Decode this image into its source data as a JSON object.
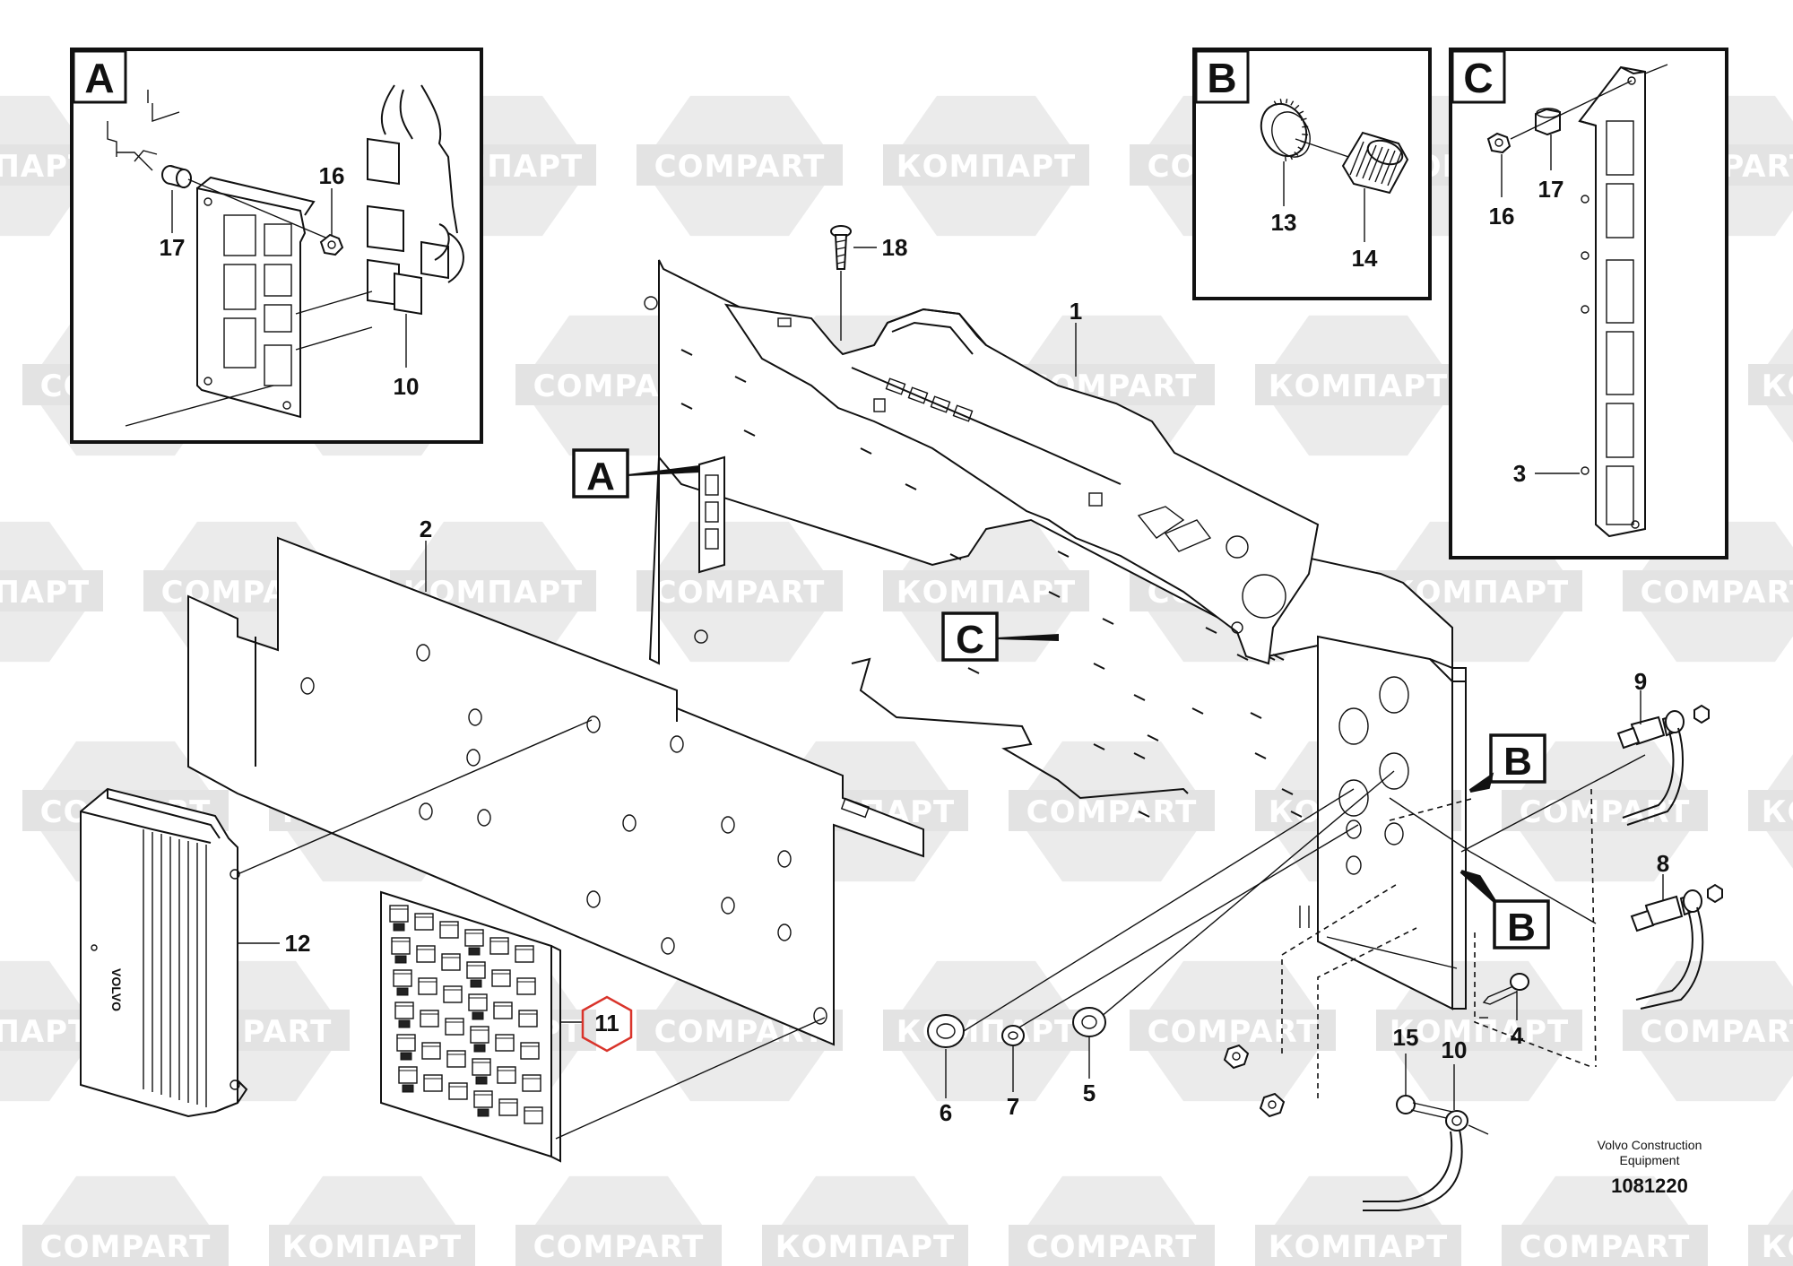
{
  "watermark": {
    "texts": [
      "КОМПАРТ",
      "COMPART"
    ],
    "color": "#e3e3e3"
  },
  "insets": {
    "A": {
      "letter": "A",
      "parts": [
        "16",
        "17",
        "10"
      ]
    },
    "B": {
      "letter": "B",
      "parts": [
        "13",
        "14"
      ]
    },
    "C": {
      "letter": "C",
      "parts": [
        "16",
        "17",
        "3"
      ]
    }
  },
  "view_markers": [
    "A",
    "C",
    "B",
    "B"
  ],
  "part_callouts": [
    "1",
    "2",
    "4",
    "5",
    "6",
    "7",
    "8",
    "9",
    "10",
    "12",
    "15",
    "18"
  ],
  "highlighted_part": {
    "label": "11",
    "color": "#d9342b"
  },
  "footer": {
    "brand_line1": "Volvo Construction",
    "brand_line2": "Equipment",
    "doc_number": "1081220"
  }
}
